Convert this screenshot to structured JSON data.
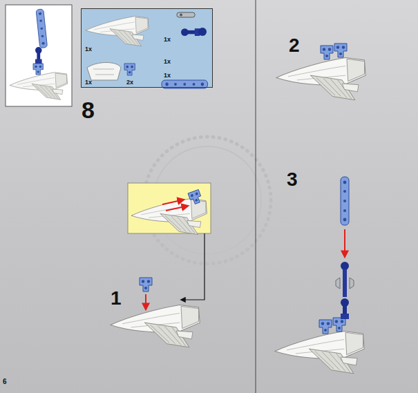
{
  "diagram": {
    "nodes": [
      {
        "text": [
          "1x",
          "1x",
          "1x",
          "1x",
          "2x",
          "1x"
        ]
      }
    ],
    "labels": [
      "8",
      "1",
      "2",
      "3",
      "6"
    ]
  }
}
